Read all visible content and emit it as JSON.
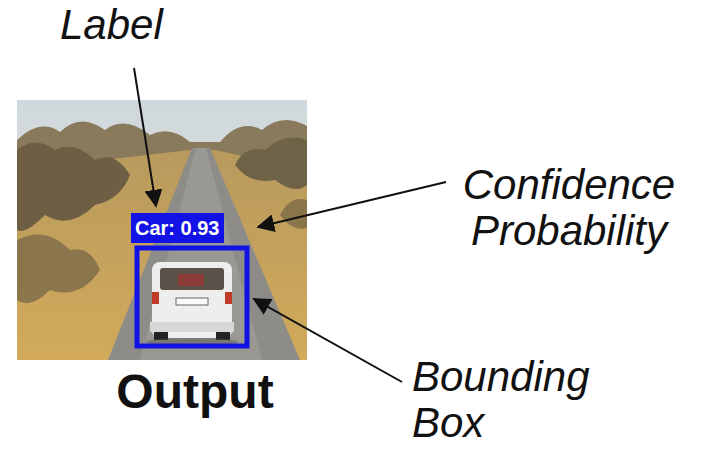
{
  "diagram": {
    "nodes": [
      {
        "text": [
          "Car: 0.93"
        ]
      }
    ],
    "labels": [
      "Label",
      "Confidence Probability",
      "Bounding Box",
      "Output"
    ]
  }
}
